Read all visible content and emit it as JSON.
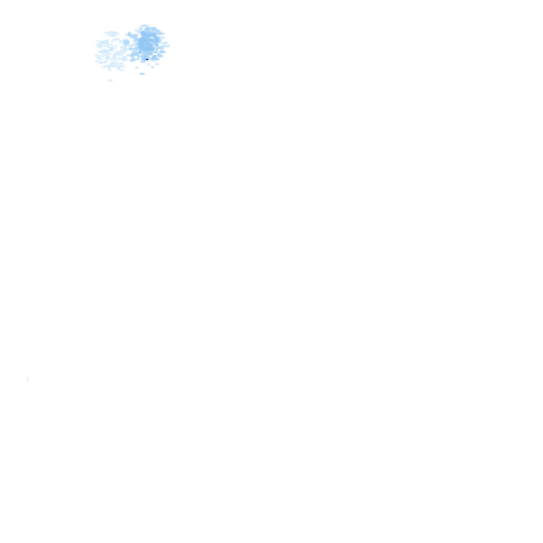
{
  "layer": {
    "type": "precipitation-radar-tile",
    "background": "#ffffff",
    "colors": {
      "light": "#cfe8fb",
      "medium": "#a9d4f7",
      "core": "#93c8f3",
      "intense": "#1c2fb0",
      "trace": "#8fc2ee"
    }
  },
  "echoes": [
    {
      "name": "echo-cluster-west",
      "intensity": "light"
    },
    {
      "name": "echo-cluster-east",
      "intensity": "medium"
    },
    {
      "name": "echo-core-east",
      "intensity": "core"
    },
    {
      "name": "echo-intense-cell",
      "intensity": "intense"
    },
    {
      "name": "echo-trace-southwest",
      "intensity": "trace"
    }
  ]
}
